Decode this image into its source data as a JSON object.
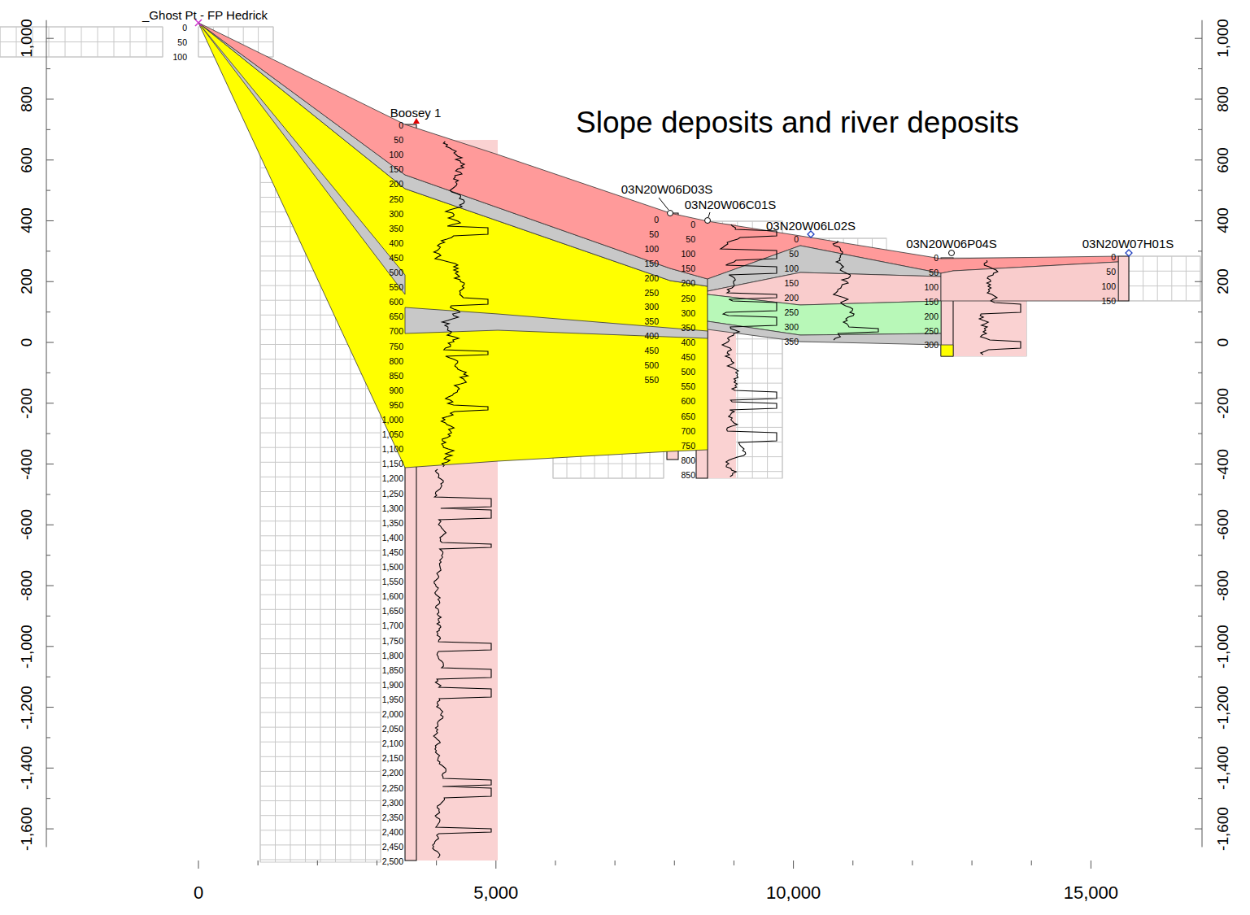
{
  "diagram": {
    "labels": [
      "_Ghost Pt - FP Hedrick",
      "Boosey 1",
      "03N20W06D03S",
      "03N20W06C01S",
      "03N20W06L02S",
      "03N20W06P04S",
      "03N20W07H01S",
      "Slope deposits and river deposits",
      "0",
      "50",
      "100",
      "0",
      "50",
      "100",
      "150",
      "200",
      "250",
      "300",
      "350",
      "400",
      "450",
      "500",
      "550",
      "600",
      "650",
      "700",
      "750",
      "800",
      "850",
      "900",
      "950",
      "1,000",
      "1,050",
      "1,100",
      "1,150",
      "1,200",
      "1,250",
      "1,300",
      "1,350",
      "1,400",
      "1,450",
      "1,500",
      "1,550",
      "1,600",
      "1,650",
      "1,700",
      "1,750",
      "1,800",
      "1,850",
      "1,900",
      "1,950",
      "2,000",
      "2,050",
      "2,100",
      "2,150",
      "2,200",
      "2,250",
      "2,300",
      "2,350",
      "2,400",
      "2,450",
      "2,500",
      "0",
      "50",
      "100",
      "150",
      "200",
      "250",
      "300",
      "350",
      "400",
      "450",
      "500",
      "550",
      "0",
      "50",
      "100",
      "150",
      "200",
      "250",
      "300",
      "350",
      "400",
      "450",
      "500",
      "550",
      "600",
      "650",
      "700",
      "750",
      "800",
      "850",
      "0",
      "50",
      "100",
      "150",
      "200",
      "250",
      "300",
      "350",
      "0",
      "50",
      "100",
      "150",
      "200",
      "250",
      "300",
      "0",
      "50",
      "100",
      "150",
      "1,000",
      "800",
      "600",
      "400",
      "200",
      "0",
      "-200",
      "-400",
      "-600",
      "-800",
      "-1,000",
      "-1,200",
      "-1,400",
      "-1,600",
      "1,000",
      "800",
      "600",
      "400",
      "200",
      "0",
      "-200",
      "-400",
      "-600",
      "-800",
      "-1,000",
      "-1,200",
      "-1,400",
      "-1,600",
      "0",
      "5,000",
      "10,000",
      "15,000"
    ]
  }
}
